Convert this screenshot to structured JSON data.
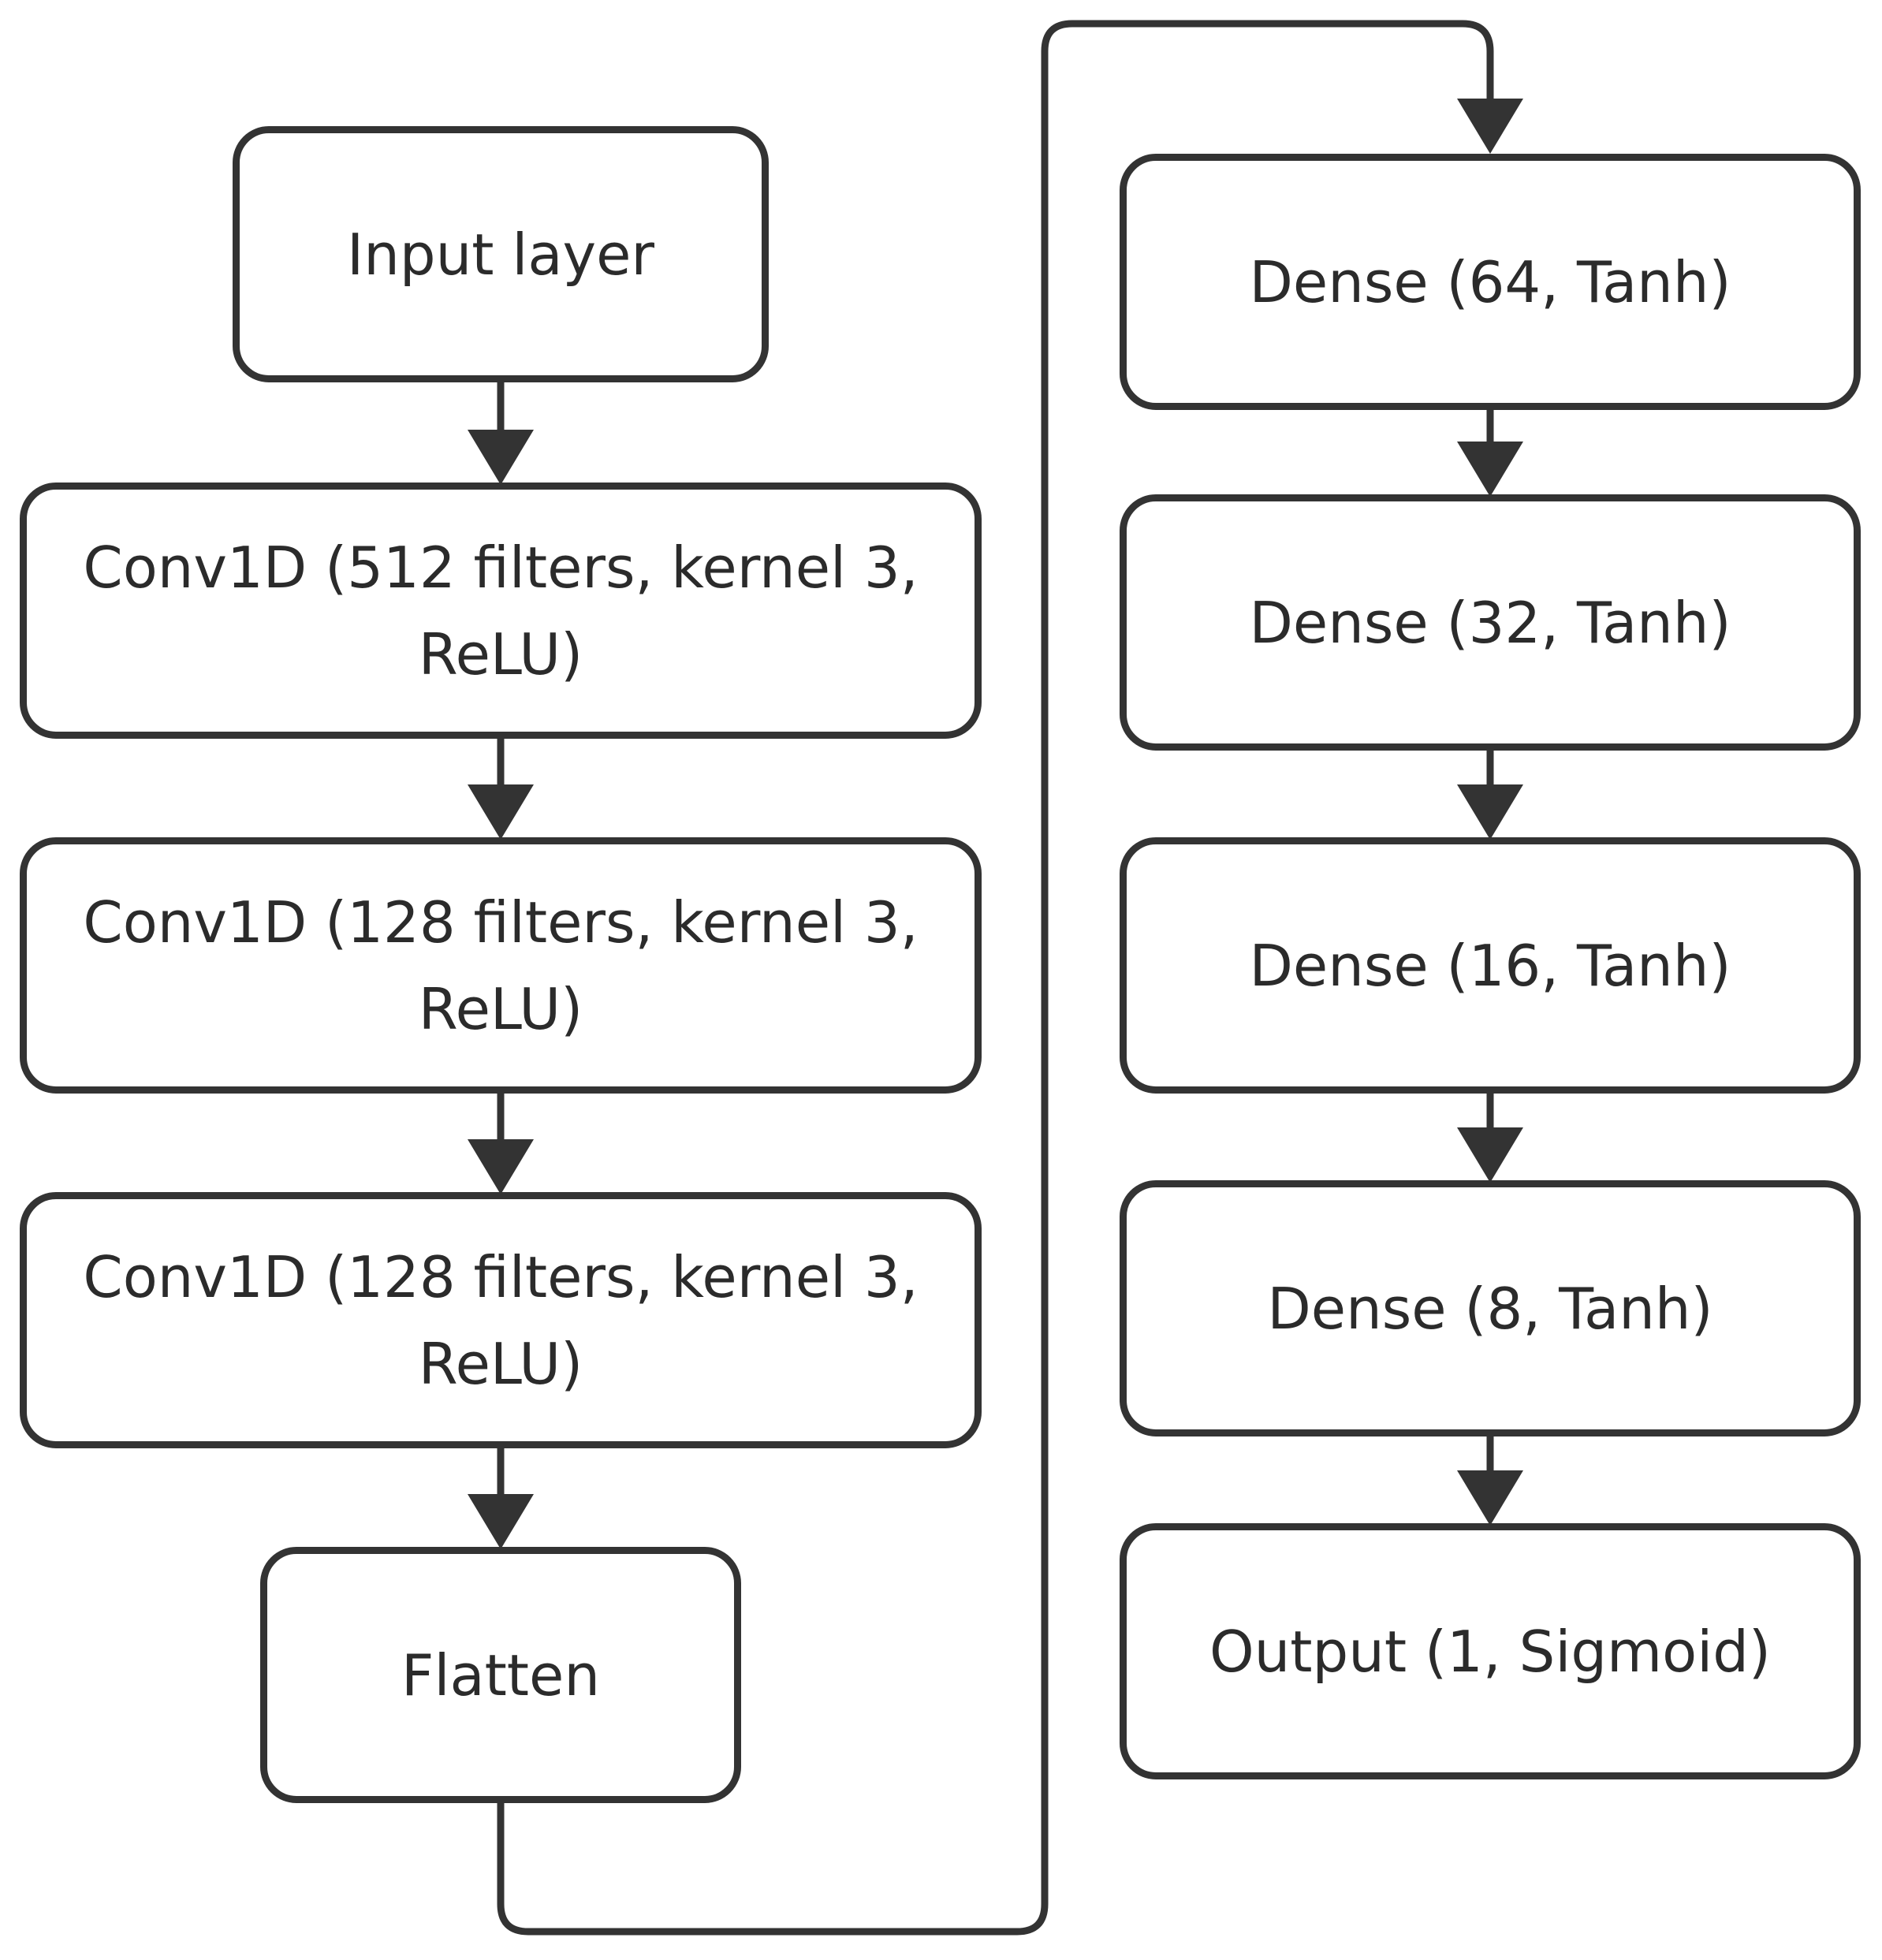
{
  "diagram": {
    "type": "flowchart",
    "colors": {
      "stroke": "#333333",
      "text": "#2b2b2b",
      "fill": "#ffffff"
    },
    "nodes": [
      {
        "id": "input",
        "label": "Input layer"
      },
      {
        "id": "conv1",
        "label": "Conv1D (512 filters, kernel 3, ReLU)"
      },
      {
        "id": "conv2",
        "label": "Conv1D (128 filters, kernel 3, ReLU)"
      },
      {
        "id": "conv3",
        "label": "Conv1D (128 filters, kernel 3, ReLU)"
      },
      {
        "id": "flatten",
        "label": "Flatten"
      },
      {
        "id": "dense64",
        "label": "Dense (64, Tanh)"
      },
      {
        "id": "dense32",
        "label": "Dense (32, Tanh)"
      },
      {
        "id": "dense16",
        "label": "Dense (16, Tanh)"
      },
      {
        "id": "dense8",
        "label": "Dense (8, Tanh)"
      },
      {
        "id": "output",
        "label": "Output (1, Sigmoid)"
      }
    ],
    "edges": [
      {
        "from": "input",
        "to": "conv1"
      },
      {
        "from": "conv1",
        "to": "conv2"
      },
      {
        "from": "conv2",
        "to": "conv3"
      },
      {
        "from": "conv3",
        "to": "flatten"
      },
      {
        "from": "flatten",
        "to": "dense64"
      },
      {
        "from": "dense64",
        "to": "dense32"
      },
      {
        "from": "dense32",
        "to": "dense16"
      },
      {
        "from": "dense16",
        "to": "dense8"
      },
      {
        "from": "dense8",
        "to": "output"
      }
    ]
  }
}
